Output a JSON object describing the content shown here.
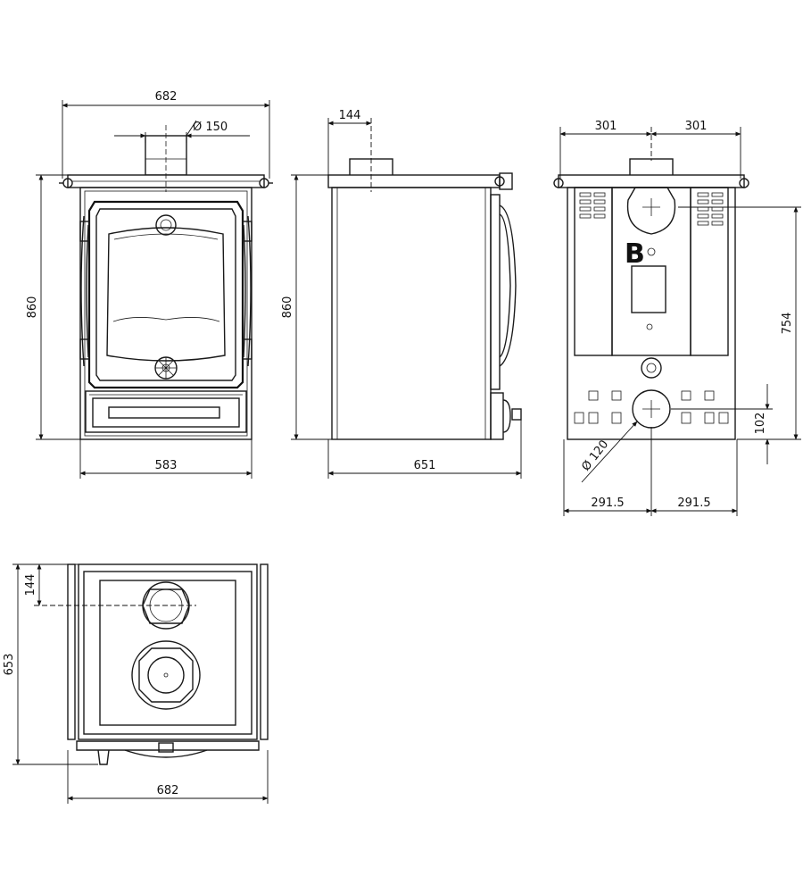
{
  "front_view": {
    "width_overall": "682",
    "flue_label": "Ø 150",
    "height": "860",
    "width_body": "583"
  },
  "side_view": {
    "flue_offset": "144",
    "height": "860",
    "depth": "651"
  },
  "rear_view": {
    "half_left": "301",
    "half_right": "301",
    "outlet_height": "754",
    "marker": "B",
    "inlet_diameter": "Ø 120",
    "inlet_height": "102",
    "inlet_left": "291.5",
    "inlet_right": "291.5"
  },
  "top_view": {
    "flue_offset": "144",
    "depth": "653",
    "width": "682"
  }
}
